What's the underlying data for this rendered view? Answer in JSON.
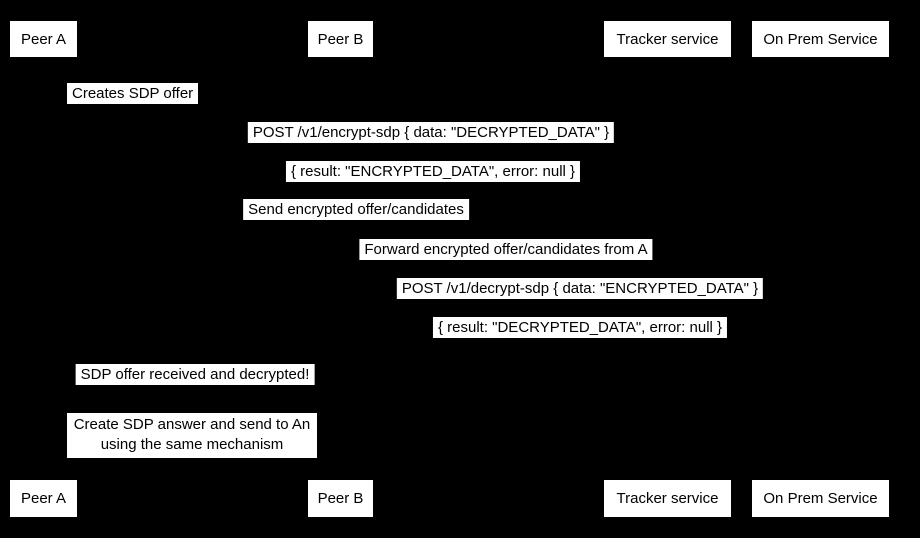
{
  "colors": {
    "background": "#000000",
    "box_fill": "#ffffff",
    "box_text": "#000000"
  },
  "diagram_type": "sequence",
  "participants": [
    {
      "label": "Peer A"
    },
    {
      "label": "Peer B"
    },
    {
      "label": "Tracker service"
    },
    {
      "label": "On Prem Service"
    }
  ],
  "messages": [
    {
      "text": "Creates SDP offer"
    },
    {
      "text": "POST /v1/encrypt-sdp { data: \"DECRYPTED_DATA\" }"
    },
    {
      "text": "{ result: \"ENCRYPTED_DATA\", error: null }"
    },
    {
      "text": "Send encrypted offer/candidates"
    },
    {
      "text": "Forward encrypted offer/candidates from A"
    },
    {
      "text": "POST /v1/decrypt-sdp { data: \"ENCRYPTED_DATA\" }"
    },
    {
      "text": "{ result: \"DECRYPTED_DATA\", error: null }"
    },
    {
      "text": "SDP offer received and decrypted!"
    }
  ],
  "note": {
    "line1": "Create SDP answer and send to An",
    "line2": "using the same mechanism"
  }
}
